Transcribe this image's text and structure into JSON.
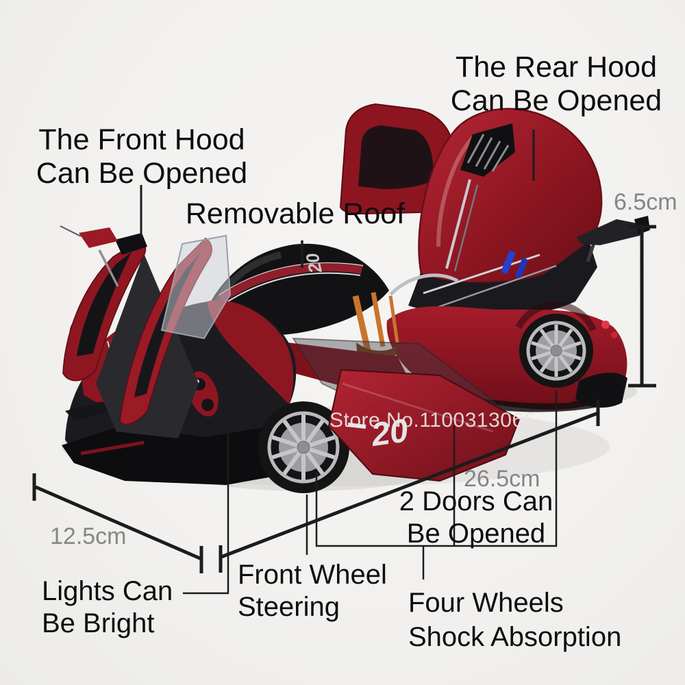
{
  "image": {
    "type": "product-feature-infographic",
    "subject": "red die-cast model supercar with openable parts",
    "background_color": "#f2f1ef",
    "line_color": "#1c1c1c"
  },
  "car": {
    "door_number": "20",
    "body_color": "#8e1621",
    "carbon_color": "#17171a",
    "wheel_color": "#d8d8da"
  },
  "watermark": {
    "text": "Store No.1100313066",
    "color": "#e9e7e4"
  },
  "callouts": {
    "rear_hood": {
      "line1": "The Rear Hood",
      "line2": "Can Be Opened"
    },
    "front_hood": {
      "line1": "The Front Hood",
      "line2": "Can Be Opened"
    },
    "roof": {
      "label": "Removable Roof"
    },
    "doors": {
      "line1": "2 Doors Can",
      "line2": "Be Opened"
    },
    "front_wheel": {
      "line1": "Front Wheel",
      "line2": "Steering"
    },
    "lights": {
      "line1": "Lights Can",
      "line2": "Be Bright"
    },
    "shock": {
      "line1": "Four Wheels",
      "line2": "Shock Absorption"
    }
  },
  "dimensions": {
    "height": "6.5cm",
    "width": "12.5cm",
    "length": "26.5cm",
    "label_color": "#868686"
  }
}
